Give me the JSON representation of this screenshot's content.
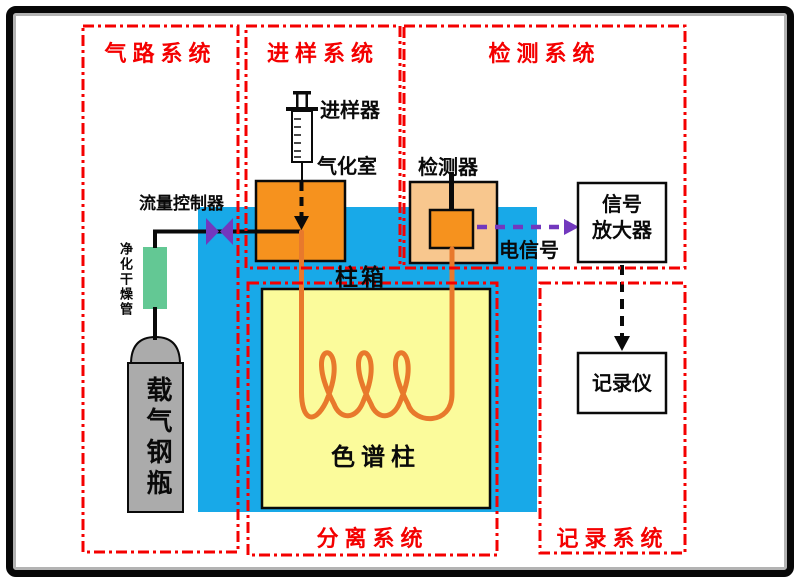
{
  "systems": {
    "gas_path": {
      "label": "气路系统"
    },
    "injection": {
      "label": "进样系统"
    },
    "detection": {
      "label": "检测系统"
    },
    "separation": {
      "label": "分离系统"
    },
    "recording": {
      "label": "记录系统"
    }
  },
  "components": {
    "syringe": {
      "label": "进样器"
    },
    "vaporizer": {
      "label": "气化室"
    },
    "flow_controller": {
      "label": "流量控制器"
    },
    "purifier_tube": {
      "label": "净化干燥管"
    },
    "gas_cylinder": {
      "label": "载气钢瓶"
    },
    "column_oven": {
      "label": "柱箱"
    },
    "column": {
      "label": "色谱柱"
    },
    "detector": {
      "label": "检测器"
    },
    "electric_signal": {
      "label": "电信号"
    },
    "amplifier": {
      "line1": "信号",
      "line2": "放大器"
    },
    "recorder": {
      "label": "记录仪"
    }
  },
  "colors": {
    "system_red": "#f40000",
    "oven_blue": "#18a9e8",
    "column_yellow": "#fbfb9b",
    "machine_orange": "#f6921e",
    "detector_peach": "#f8c78e",
    "tube_orange": "#e8792c",
    "purifier_green": "#63c894",
    "cylinder_gray": "#ababab",
    "valve_purple": "#7238be",
    "signal_purple": "#7238be",
    "box_white": "#ffffff"
  }
}
